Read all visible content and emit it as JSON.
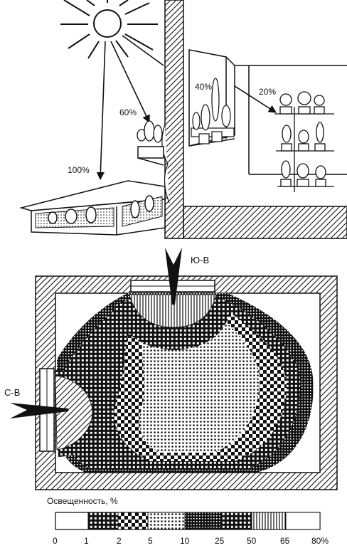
{
  "top_illustration": {
    "labels": {
      "p100": "100%",
      "p60": "60%",
      "p40": "40%",
      "p20": "20%"
    }
  },
  "floor_plan": {
    "direction_top": "Ю-В",
    "direction_left": "С-В"
  },
  "legend": {
    "title": "Освещенность, %",
    "ticks": [
      "0",
      "1",
      "2",
      "5",
      "10",
      "25",
      "50",
      "65",
      "80%"
    ]
  }
}
